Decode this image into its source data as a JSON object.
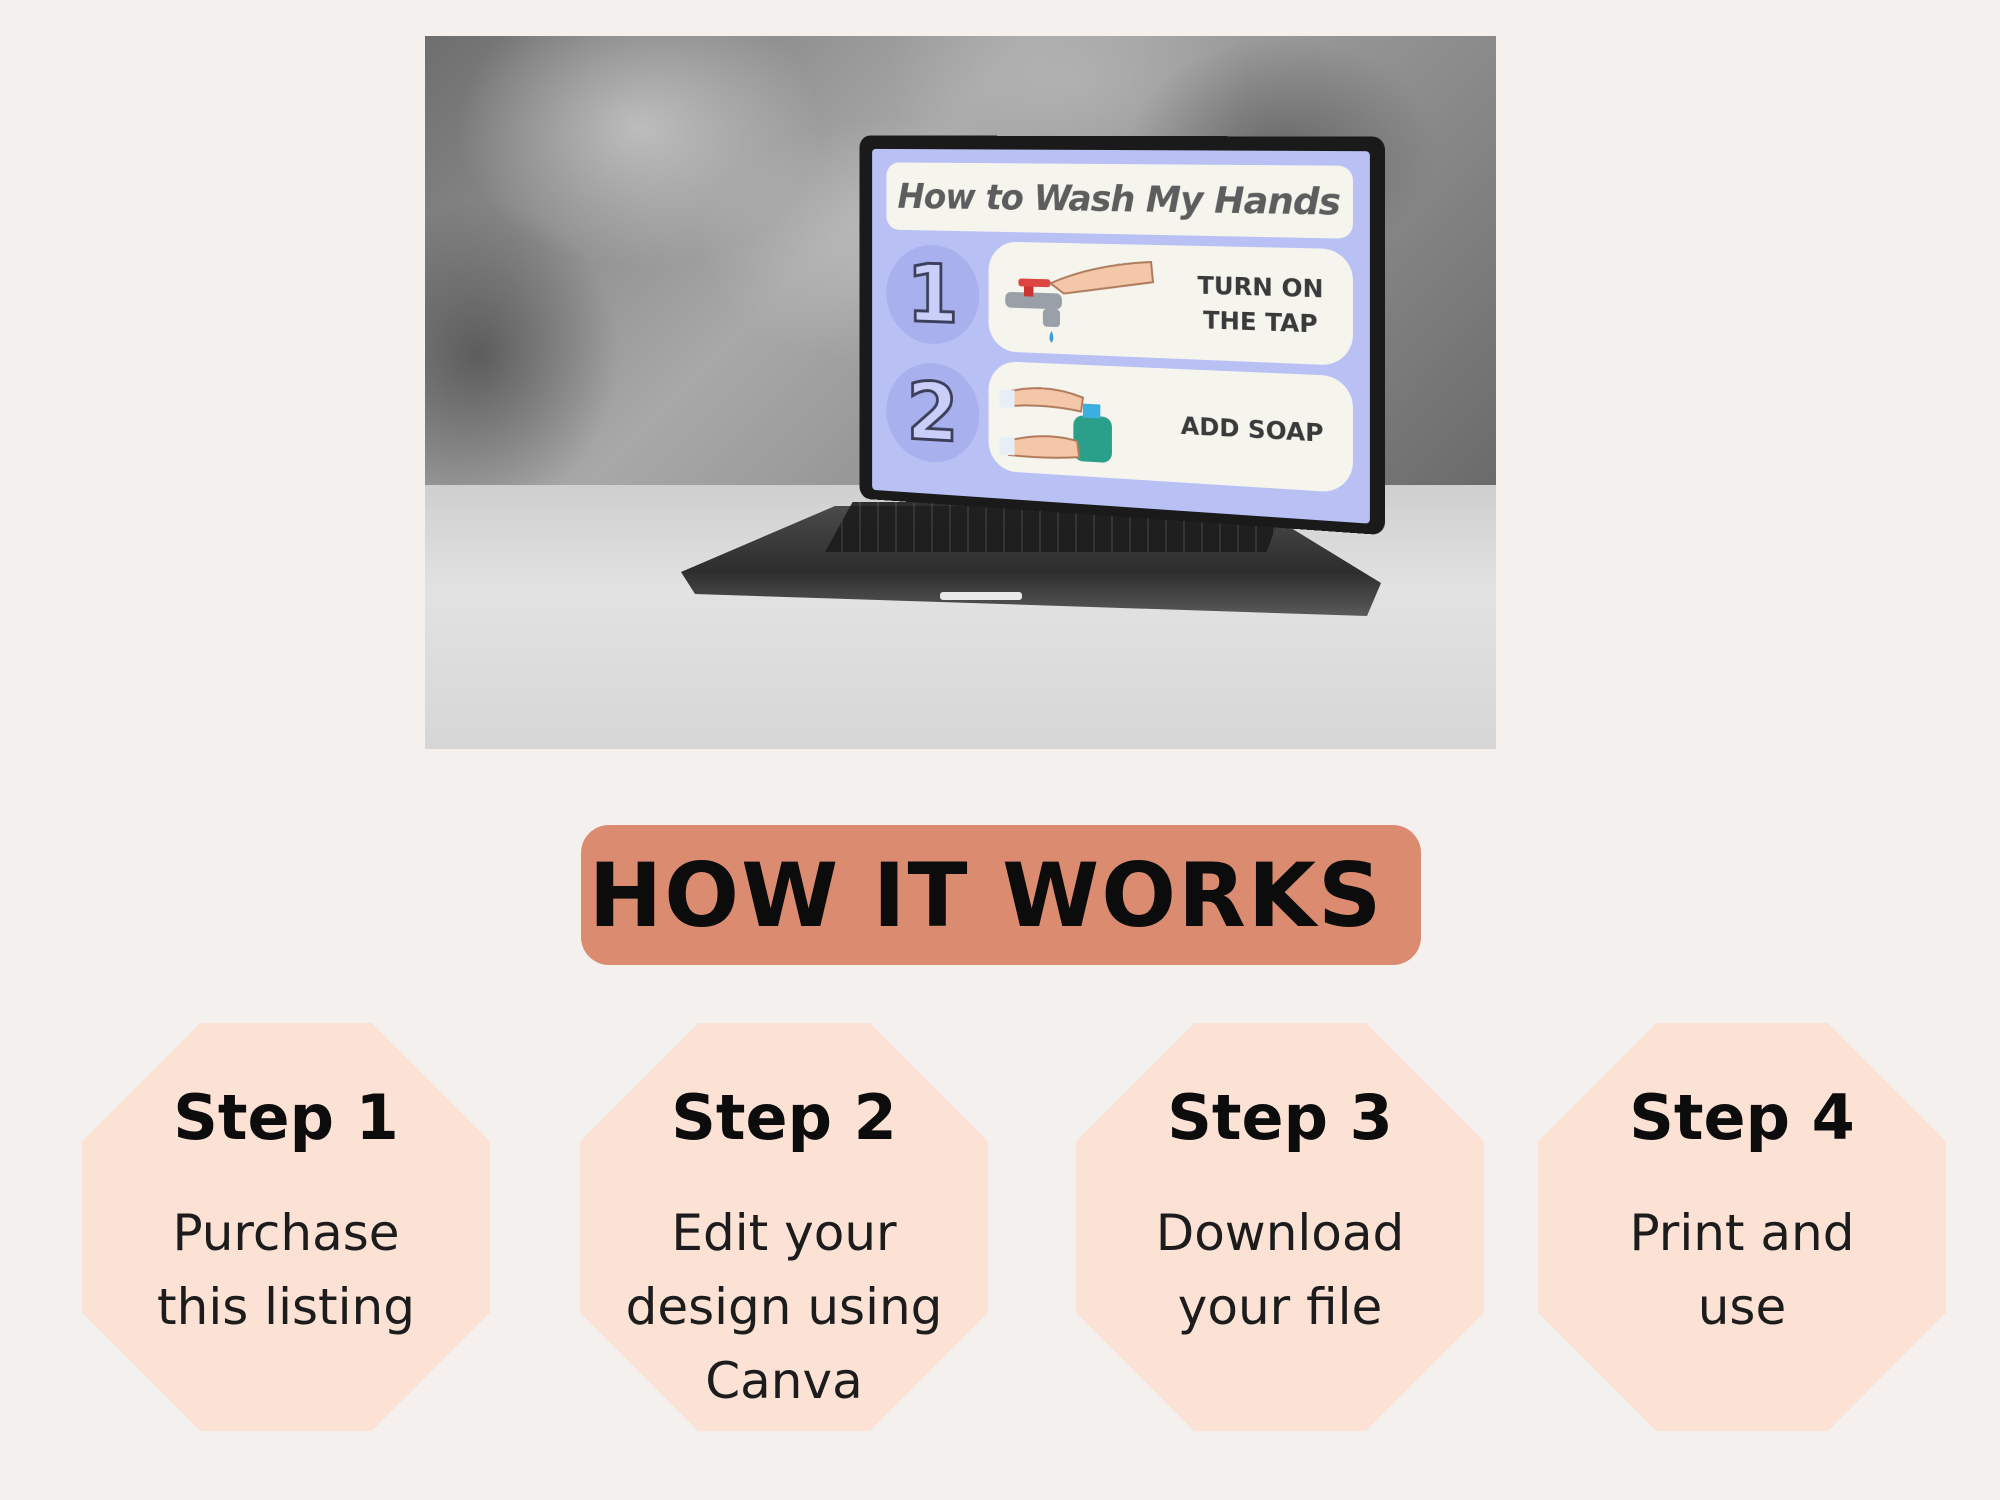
{
  "mockup": {
    "screen_title": "How to Wash My Hands",
    "rows": [
      {
        "number": "1",
        "text_line1": "TURN ON",
        "text_line2": "THE TAP"
      },
      {
        "number": "2",
        "text_line1": "ADD SOAP",
        "text_line2": ""
      }
    ]
  },
  "header": {
    "title": "HOW IT WORKS"
  },
  "steps": [
    {
      "title": "Step 1",
      "desc_line1": "Purchase",
      "desc_line2": "this listing",
      "desc_line3": ""
    },
    {
      "title": "Step 2",
      "desc_line1": "Edit your",
      "desc_line2": "design using",
      "desc_line3": "Canva"
    },
    {
      "title": "Step 3",
      "desc_line1": "Download",
      "desc_line2": "your file",
      "desc_line3": ""
    },
    {
      "title": "Step 4",
      "desc_line1": "Print and",
      "desc_line2": "use",
      "desc_line3": ""
    }
  ],
  "colors": {
    "background": "#f3f0ee",
    "badge": "#db8b70",
    "step_card": "#fbe2d5",
    "screen_bg": "#b8c0f4"
  }
}
